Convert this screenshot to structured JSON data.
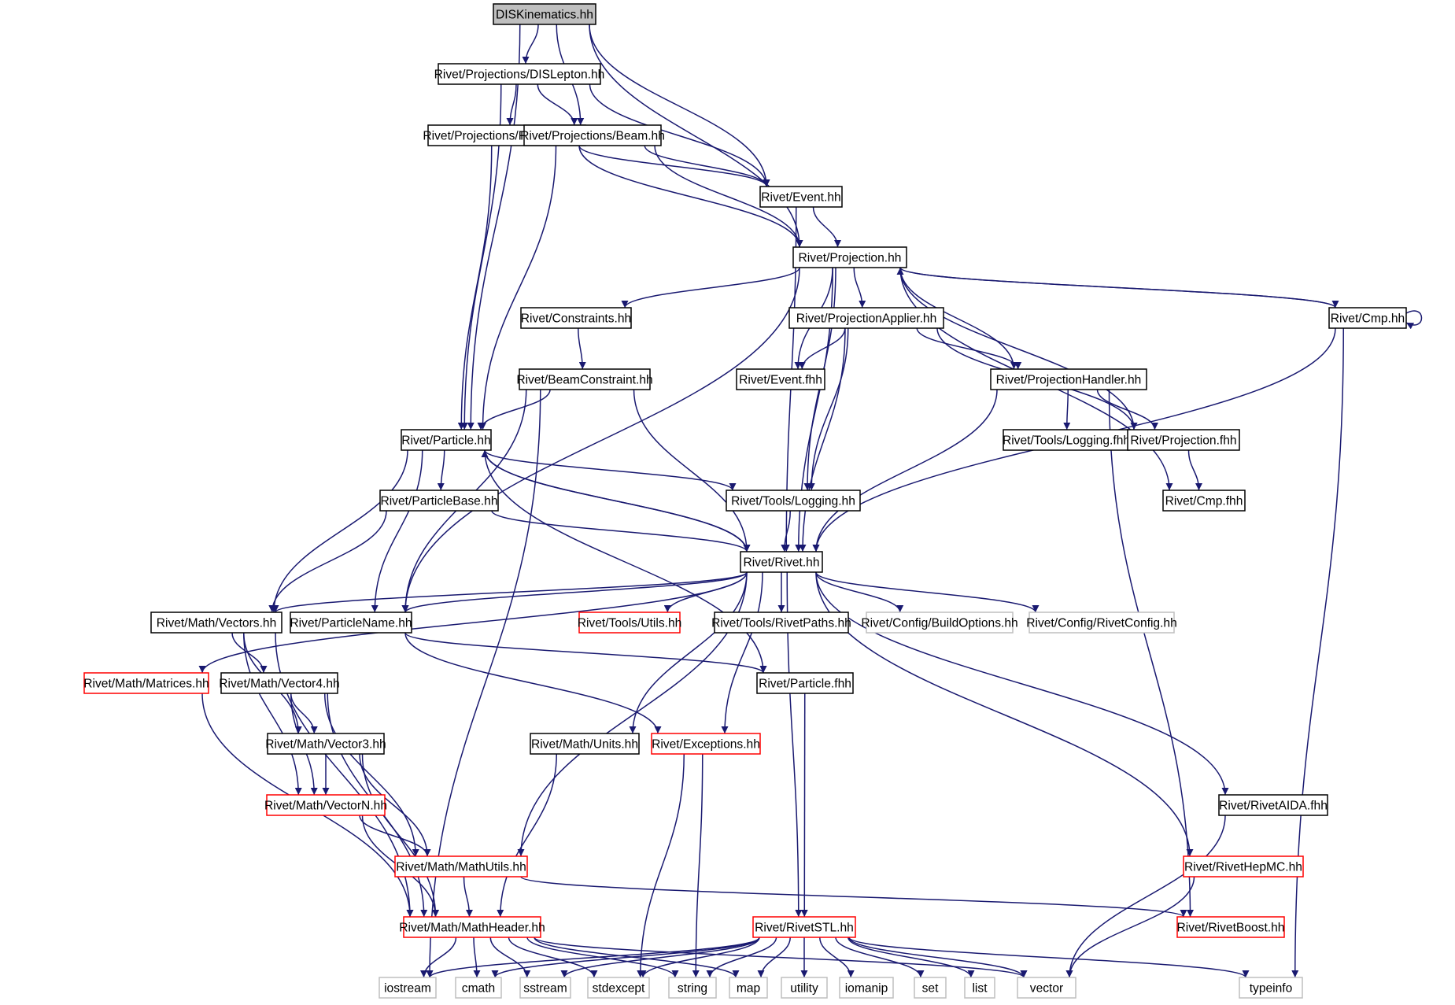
{
  "graph": {
    "colors": {
      "normal": "#000000",
      "missing": "#ff0000",
      "system": "#bfbfbf",
      "root_fill": "#bfbfbf",
      "edge": "#191970",
      "text": "#000000"
    },
    "nodes": [
      {
        "id": "dis",
        "label": "DISKinematics.hh",
        "kind": "root"
      },
      {
        "id": "dislepton",
        "label": "Rivet/Projections/DISLepton.hh",
        "kind": "normal"
      },
      {
        "id": "finalstate",
        "label": "Rivet/Projections/FinalState.hh",
        "kind": "normal"
      },
      {
        "id": "beam",
        "label": "Rivet/Projections/Beam.hh",
        "kind": "normal"
      },
      {
        "id": "eventhh",
        "label": "Rivet/Event.hh",
        "kind": "normal"
      },
      {
        "id": "projhh",
        "label": "Rivet/Projection.hh",
        "kind": "normal"
      },
      {
        "id": "constraints",
        "label": "Rivet/Constraints.hh",
        "kind": "normal"
      },
      {
        "id": "projapplier",
        "label": "Rivet/ProjectionApplier.hh",
        "kind": "normal"
      },
      {
        "id": "cmphh",
        "label": "Rivet/Cmp.hh",
        "kind": "normal"
      },
      {
        "id": "beamconstraint",
        "label": "Rivet/BeamConstraint.hh",
        "kind": "normal"
      },
      {
        "id": "eventfhh",
        "label": "Rivet/Event.fhh",
        "kind": "normal"
      },
      {
        "id": "projhandler",
        "label": "Rivet/ProjectionHandler.hh",
        "kind": "normal"
      },
      {
        "id": "particlehh",
        "label": "Rivet/Particle.hh",
        "kind": "normal"
      },
      {
        "id": "loggingfhh",
        "label": "Rivet/Tools/Logging.fhh",
        "kind": "normal"
      },
      {
        "id": "projfhh",
        "label": "Rivet/Projection.fhh",
        "kind": "normal"
      },
      {
        "id": "particlebase",
        "label": "Rivet/ParticleBase.hh",
        "kind": "normal"
      },
      {
        "id": "logginghh",
        "label": "Rivet/Tools/Logging.hh",
        "kind": "normal"
      },
      {
        "id": "cmpfhh",
        "label": "Rivet/Cmp.fhh",
        "kind": "normal"
      },
      {
        "id": "rivethh",
        "label": "Rivet/Rivet.hh",
        "kind": "normal"
      },
      {
        "id": "vectors",
        "label": "Rivet/Math/Vectors.hh",
        "kind": "normal"
      },
      {
        "id": "particlename",
        "label": "Rivet/ParticleName.hh",
        "kind": "normal"
      },
      {
        "id": "utils",
        "label": "Rivet/Tools/Utils.hh",
        "kind": "missing"
      },
      {
        "id": "rivetpaths",
        "label": "Rivet/Tools/RivetPaths.hh",
        "kind": "normal"
      },
      {
        "id": "buildoptions",
        "label": "Rivet/Config/BuildOptions.hh",
        "kind": "system"
      },
      {
        "id": "rivetconfig",
        "label": "Rivet/Config/RivetConfig.hh",
        "kind": "system"
      },
      {
        "id": "matrices",
        "label": "Rivet/Math/Matrices.hh",
        "kind": "missing"
      },
      {
        "id": "vector4",
        "label": "Rivet/Math/Vector4.hh",
        "kind": "normal"
      },
      {
        "id": "particlefhh",
        "label": "Rivet/Particle.fhh",
        "kind": "normal"
      },
      {
        "id": "vector3",
        "label": "Rivet/Math/Vector3.hh",
        "kind": "normal"
      },
      {
        "id": "units",
        "label": "Rivet/Math/Units.hh",
        "kind": "normal"
      },
      {
        "id": "exceptions",
        "label": "Rivet/Exceptions.hh",
        "kind": "missing"
      },
      {
        "id": "vectorn",
        "label": "Rivet/Math/VectorN.hh",
        "kind": "missing"
      },
      {
        "id": "rivetaida",
        "label": "Rivet/RivetAIDA.fhh",
        "kind": "normal"
      },
      {
        "id": "mathutils",
        "label": "Rivet/Math/MathUtils.hh",
        "kind": "missing"
      },
      {
        "id": "rivethepmc",
        "label": "Rivet/RivetHepMC.hh",
        "kind": "missing"
      },
      {
        "id": "mathheader",
        "label": "Rivet/Math/MathHeader.hh",
        "kind": "missing"
      },
      {
        "id": "rivetstl",
        "label": "Rivet/RivetSTL.hh",
        "kind": "missing"
      },
      {
        "id": "rivetboost",
        "label": "Rivet/RivetBoost.hh",
        "kind": "missing"
      },
      {
        "id": "iostream",
        "label": "iostream",
        "kind": "system"
      },
      {
        "id": "cmath",
        "label": "cmath",
        "kind": "system"
      },
      {
        "id": "sstream",
        "label": "sstream",
        "kind": "system"
      },
      {
        "id": "stdexcept",
        "label": "stdexcept",
        "kind": "system"
      },
      {
        "id": "string",
        "label": "string",
        "kind": "system"
      },
      {
        "id": "map",
        "label": "map",
        "kind": "system"
      },
      {
        "id": "utility",
        "label": "utility",
        "kind": "system"
      },
      {
        "id": "iomanip",
        "label": "iomanip",
        "kind": "system"
      },
      {
        "id": "set",
        "label": "set",
        "kind": "system"
      },
      {
        "id": "list",
        "label": "list",
        "kind": "system"
      },
      {
        "id": "vector",
        "label": "vector",
        "kind": "system"
      },
      {
        "id": "typeinfo",
        "label": "typeinfo",
        "kind": "system"
      }
    ],
    "edges": [
      [
        "dis",
        "dislepton"
      ],
      [
        "dis",
        "beam"
      ],
      [
        "dis",
        "eventhh"
      ],
      [
        "dis",
        "projhh"
      ],
      [
        "dis",
        "particlehh"
      ],
      [
        "dislepton",
        "finalstate"
      ],
      [
        "dislepton",
        "beam"
      ],
      [
        "dislepton",
        "eventhh"
      ],
      [
        "dislepton",
        "particlehh"
      ],
      [
        "finalstate",
        "eventhh"
      ],
      [
        "finalstate",
        "projhh"
      ],
      [
        "finalstate",
        "particlehh"
      ],
      [
        "beam",
        "eventhh"
      ],
      [
        "beam",
        "projhh"
      ],
      [
        "beam",
        "particlehh"
      ],
      [
        "eventhh",
        "projhh"
      ],
      [
        "eventhh",
        "rivethh"
      ],
      [
        "projhh",
        "constraints"
      ],
      [
        "projhh",
        "projapplier"
      ],
      [
        "projhh",
        "cmphh"
      ],
      [
        "projhh",
        "eventfhh"
      ],
      [
        "projhh",
        "projhandler"
      ],
      [
        "projhh",
        "projfhh"
      ],
      [
        "projhh",
        "logginghh"
      ],
      [
        "projhh",
        "cmpfhh"
      ],
      [
        "projhh",
        "rivethh"
      ],
      [
        "projhh",
        "particlename"
      ],
      [
        "constraints",
        "beamconstraint"
      ],
      [
        "projapplier",
        "eventfhh"
      ],
      [
        "projapplier",
        "projhandler"
      ],
      [
        "projapplier",
        "projfhh"
      ],
      [
        "projapplier",
        "logginghh"
      ],
      [
        "projapplier",
        "rivethh"
      ],
      [
        "cmphh",
        "projhh"
      ],
      [
        "cmphh",
        "cmphh"
      ],
      [
        "cmphh",
        "rivethh"
      ],
      [
        "cmphh",
        "typeinfo"
      ],
      [
        "beamconstraint",
        "particlehh"
      ],
      [
        "beamconstraint",
        "rivethh"
      ],
      [
        "beamconstraint",
        "particlename"
      ],
      [
        "beamconstraint",
        "iostream"
      ],
      [
        "projhandler",
        "loggingfhh"
      ],
      [
        "projhandler",
        "projfhh"
      ],
      [
        "projhandler",
        "rivethh"
      ],
      [
        "projhandler",
        "rivetboost"
      ],
      [
        "particlehh",
        "particlebase"
      ],
      [
        "particlehh",
        "logginghh"
      ],
      [
        "particlehh",
        "rivethh"
      ],
      [
        "particlehh",
        "vectors"
      ],
      [
        "particlehh",
        "particlename"
      ],
      [
        "particlehh",
        "particlefhh"
      ],
      [
        "projfhh",
        "cmpfhh"
      ],
      [
        "particlebase",
        "rivethh"
      ],
      [
        "particlebase",
        "vectors"
      ],
      [
        "logginghh",
        "rivethh"
      ],
      [
        "rivethh",
        "particlehh"
      ],
      [
        "rivethh",
        "vectors"
      ],
      [
        "rivethh",
        "particlename"
      ],
      [
        "rivethh",
        "utils"
      ],
      [
        "rivethh",
        "rivetpaths"
      ],
      [
        "rivethh",
        "buildoptions"
      ],
      [
        "rivethh",
        "rivetconfig"
      ],
      [
        "rivethh",
        "matrices"
      ],
      [
        "rivethh",
        "units"
      ],
      [
        "rivethh",
        "exceptions"
      ],
      [
        "rivethh",
        "mathutils"
      ],
      [
        "rivethh",
        "rivetstl"
      ],
      [
        "rivethh",
        "rivethepmc"
      ],
      [
        "rivethh",
        "rivetaida"
      ],
      [
        "vectors",
        "vector4"
      ],
      [
        "vectors",
        "vector3"
      ],
      [
        "vectors",
        "vectorn"
      ],
      [
        "vectors",
        "mathheader"
      ],
      [
        "particlename",
        "particlefhh"
      ],
      [
        "particlename",
        "exceptions"
      ],
      [
        "matrices",
        "mathheader"
      ],
      [
        "vector4",
        "vector3"
      ],
      [
        "vector4",
        "vectorn"
      ],
      [
        "vector4",
        "mathutils"
      ],
      [
        "vector4",
        "mathheader"
      ],
      [
        "vector3",
        "vectorn"
      ],
      [
        "vector3",
        "mathutils"
      ],
      [
        "vector3",
        "mathheader"
      ],
      [
        "particlefhh",
        "rivetstl"
      ],
      [
        "units",
        "mathheader"
      ],
      [
        "exceptions",
        "stdexcept"
      ],
      [
        "exceptions",
        "string"
      ],
      [
        "vectorn",
        "mathutils"
      ],
      [
        "vectorn",
        "mathheader"
      ],
      [
        "mathutils",
        "mathheader"
      ],
      [
        "mathutils",
        "rivetboost"
      ],
      [
        "rivetaida",
        "vector"
      ],
      [
        "rivethepmc",
        "vector"
      ],
      [
        "mathheader",
        "iostream"
      ],
      [
        "mathheader",
        "cmath"
      ],
      [
        "mathheader",
        "sstream"
      ],
      [
        "mathheader",
        "stdexcept"
      ],
      [
        "mathheader",
        "string"
      ],
      [
        "mathheader",
        "map"
      ],
      [
        "mathheader",
        "vector"
      ],
      [
        "rivetstl",
        "iostream"
      ],
      [
        "rivetstl",
        "cmath"
      ],
      [
        "rivetstl",
        "sstream"
      ],
      [
        "rivetstl",
        "stdexcept"
      ],
      [
        "rivetstl",
        "string"
      ],
      [
        "rivetstl",
        "map"
      ],
      [
        "rivetstl",
        "utility"
      ],
      [
        "rivetstl",
        "iomanip"
      ],
      [
        "rivetstl",
        "set"
      ],
      [
        "rivetstl",
        "list"
      ],
      [
        "rivetstl",
        "vector"
      ],
      [
        "rivetstl",
        "typeinfo"
      ]
    ]
  }
}
